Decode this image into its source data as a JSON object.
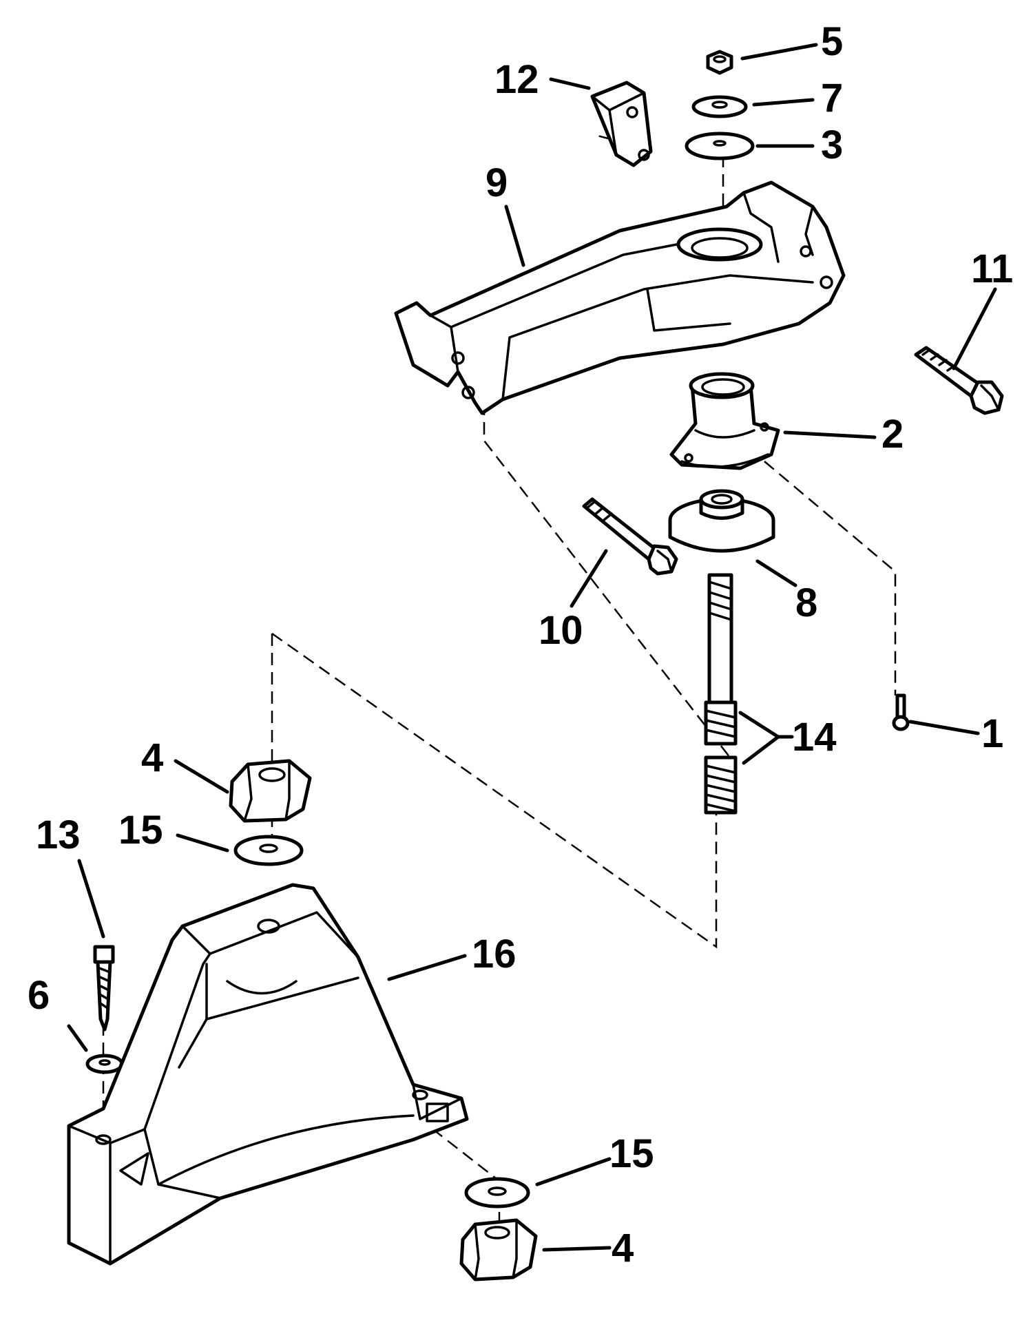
{
  "callouts": [
    {
      "id": "c5",
      "text": "5"
    },
    {
      "id": "c7",
      "text": "7"
    },
    {
      "id": "c3",
      "text": "3"
    },
    {
      "id": "c12",
      "text": "12"
    },
    {
      "id": "c9",
      "text": "9"
    },
    {
      "id": "c11",
      "text": "11"
    },
    {
      "id": "c2",
      "text": "2"
    },
    {
      "id": "c10",
      "text": "10"
    },
    {
      "id": "c8",
      "text": "8"
    },
    {
      "id": "c1",
      "text": "1"
    },
    {
      "id": "c14",
      "text": "14"
    },
    {
      "id": "c4a",
      "text": "4"
    },
    {
      "id": "c15a",
      "text": "15"
    },
    {
      "id": "c13",
      "text": "13"
    },
    {
      "id": "c16",
      "text": "16"
    },
    {
      "id": "c6",
      "text": "6"
    },
    {
      "id": "c15b",
      "text": "15"
    },
    {
      "id": "c4b",
      "text": "4"
    }
  ]
}
